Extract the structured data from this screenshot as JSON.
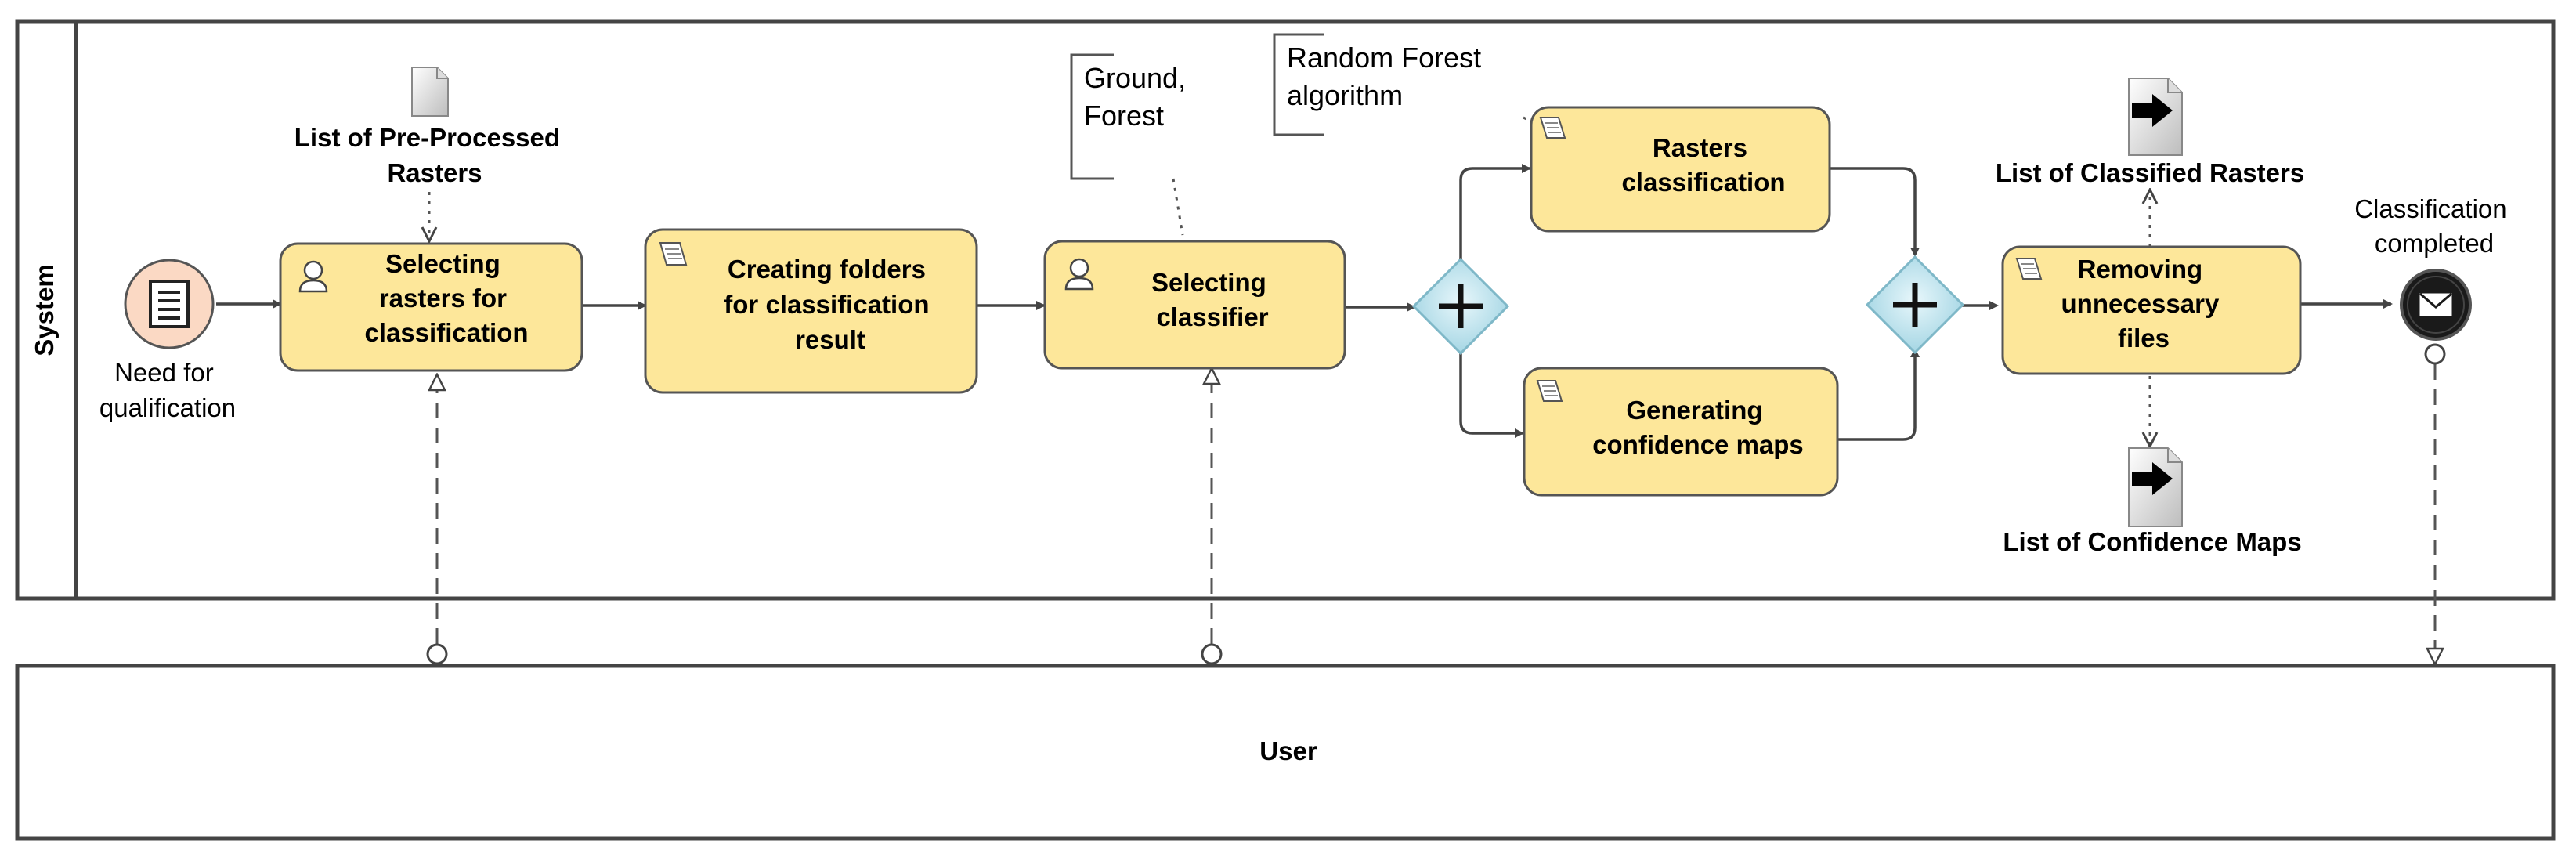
{
  "pools": {
    "system_label": "System",
    "user_label": "User"
  },
  "start_event": {
    "label_line1": "Need for",
    "label_line2": "qualification",
    "icon": "message-list-icon"
  },
  "end_event": {
    "label_line1": "Classification",
    "label_line2": "completed",
    "icon": "envelope-icon"
  },
  "tasks": {
    "selecting_rasters": {
      "lines": [
        "Selecting",
        "rasters for",
        "classification"
      ],
      "icon": "user-task-icon"
    },
    "creating_folders": {
      "lines": [
        "Creating folders",
        "for classification",
        "result"
      ],
      "icon": "script-task-icon"
    },
    "selecting_classifier": {
      "lines": [
        "Selecting",
        "classifier"
      ],
      "icon": "user-task-icon"
    },
    "rasters_classification": {
      "lines": [
        "Rasters",
        "classification"
      ],
      "icon": "script-task-icon"
    },
    "generating_confidence": {
      "lines": [
        "Generating",
        "confidence maps"
      ],
      "icon": "script-task-icon"
    },
    "removing_files": {
      "lines": [
        "Removing",
        "unnecessary",
        "files"
      ],
      "icon": "script-task-icon"
    }
  },
  "data_objects": {
    "pre_processed": {
      "lines": [
        "List of Pre-Processed",
        "Rasters"
      ],
      "icon": "data-input-icon"
    },
    "classified": {
      "lines": [
        "List of Classified Rasters"
      ],
      "icon": "data-output-icon"
    },
    "confidence": {
      "lines": [
        "List of Confidence Maps"
      ],
      "icon": "data-output-icon"
    }
  },
  "annotations": {
    "ground_forest": {
      "lines": [
        "Ground,",
        "Forest"
      ]
    },
    "random_forest": {
      "lines": [
        "Random Forest",
        "algorithm"
      ]
    }
  },
  "gateways": {
    "split": "parallel-gateway-icon",
    "join": "parallel-gateway-icon"
  },
  "colors": {
    "task_fill": "#fde79a",
    "start_fill": "#fbd9c4",
    "gateway_fill": "#bfe6f0",
    "end_fill": "#1a1a1a"
  }
}
